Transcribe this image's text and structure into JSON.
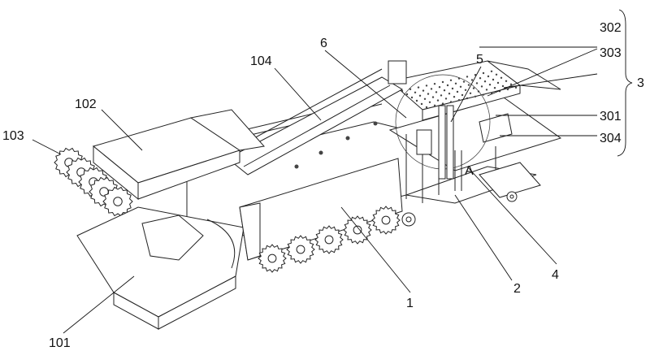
{
  "figure": {
    "title": "Harvesting machine assembly (isometric view)",
    "labels": {
      "l1": "1",
      "l2": "2",
      "l3": "3",
      "l4": "4",
      "l5": "5",
      "l6": "6",
      "l101": "101",
      "l102": "102",
      "l103": "103",
      "l104": "104",
      "l301": "301",
      "l302": "302",
      "l303": "303",
      "l304": "304",
      "detailA": "A"
    }
  }
}
